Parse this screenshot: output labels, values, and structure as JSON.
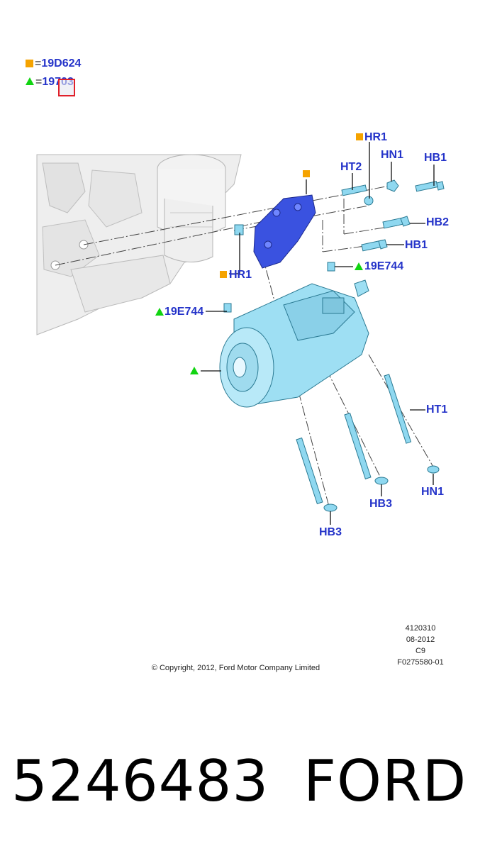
{
  "legend": {
    "square_ref": "19D624",
    "triangle_ref": "19703",
    "equals": "="
  },
  "callouts": {
    "hr1_top": "HR1",
    "hn1_top": "HN1",
    "ht2": "HT2",
    "hb1_top": "HB1",
    "hb2": "HB2",
    "hb1_mid": "HB1",
    "hr1_left": "HR1",
    "e744_right": "19E744",
    "e744_left": "19E744",
    "ht1": "HT1",
    "hn1_bottom": "HN1",
    "hb3_mid": "HB3",
    "hb3_left": "HB3"
  },
  "drawing_info": {
    "number": "4120310",
    "date": "08-2012",
    "code": "C9",
    "figure_id": "F0275580-01",
    "copyright": "© Copyright, 2012, Ford Motor Company Limited"
  },
  "part": {
    "number": "5246483",
    "brand": "FORD"
  },
  "colors": {
    "callout_text": "#2433c9",
    "square_marker": "#f5a300",
    "triangle_marker": "#11d411",
    "part_fill": "#8fd8f0",
    "bracket_fill": "#3a52e0",
    "highlight_box": "#e0202a"
  }
}
